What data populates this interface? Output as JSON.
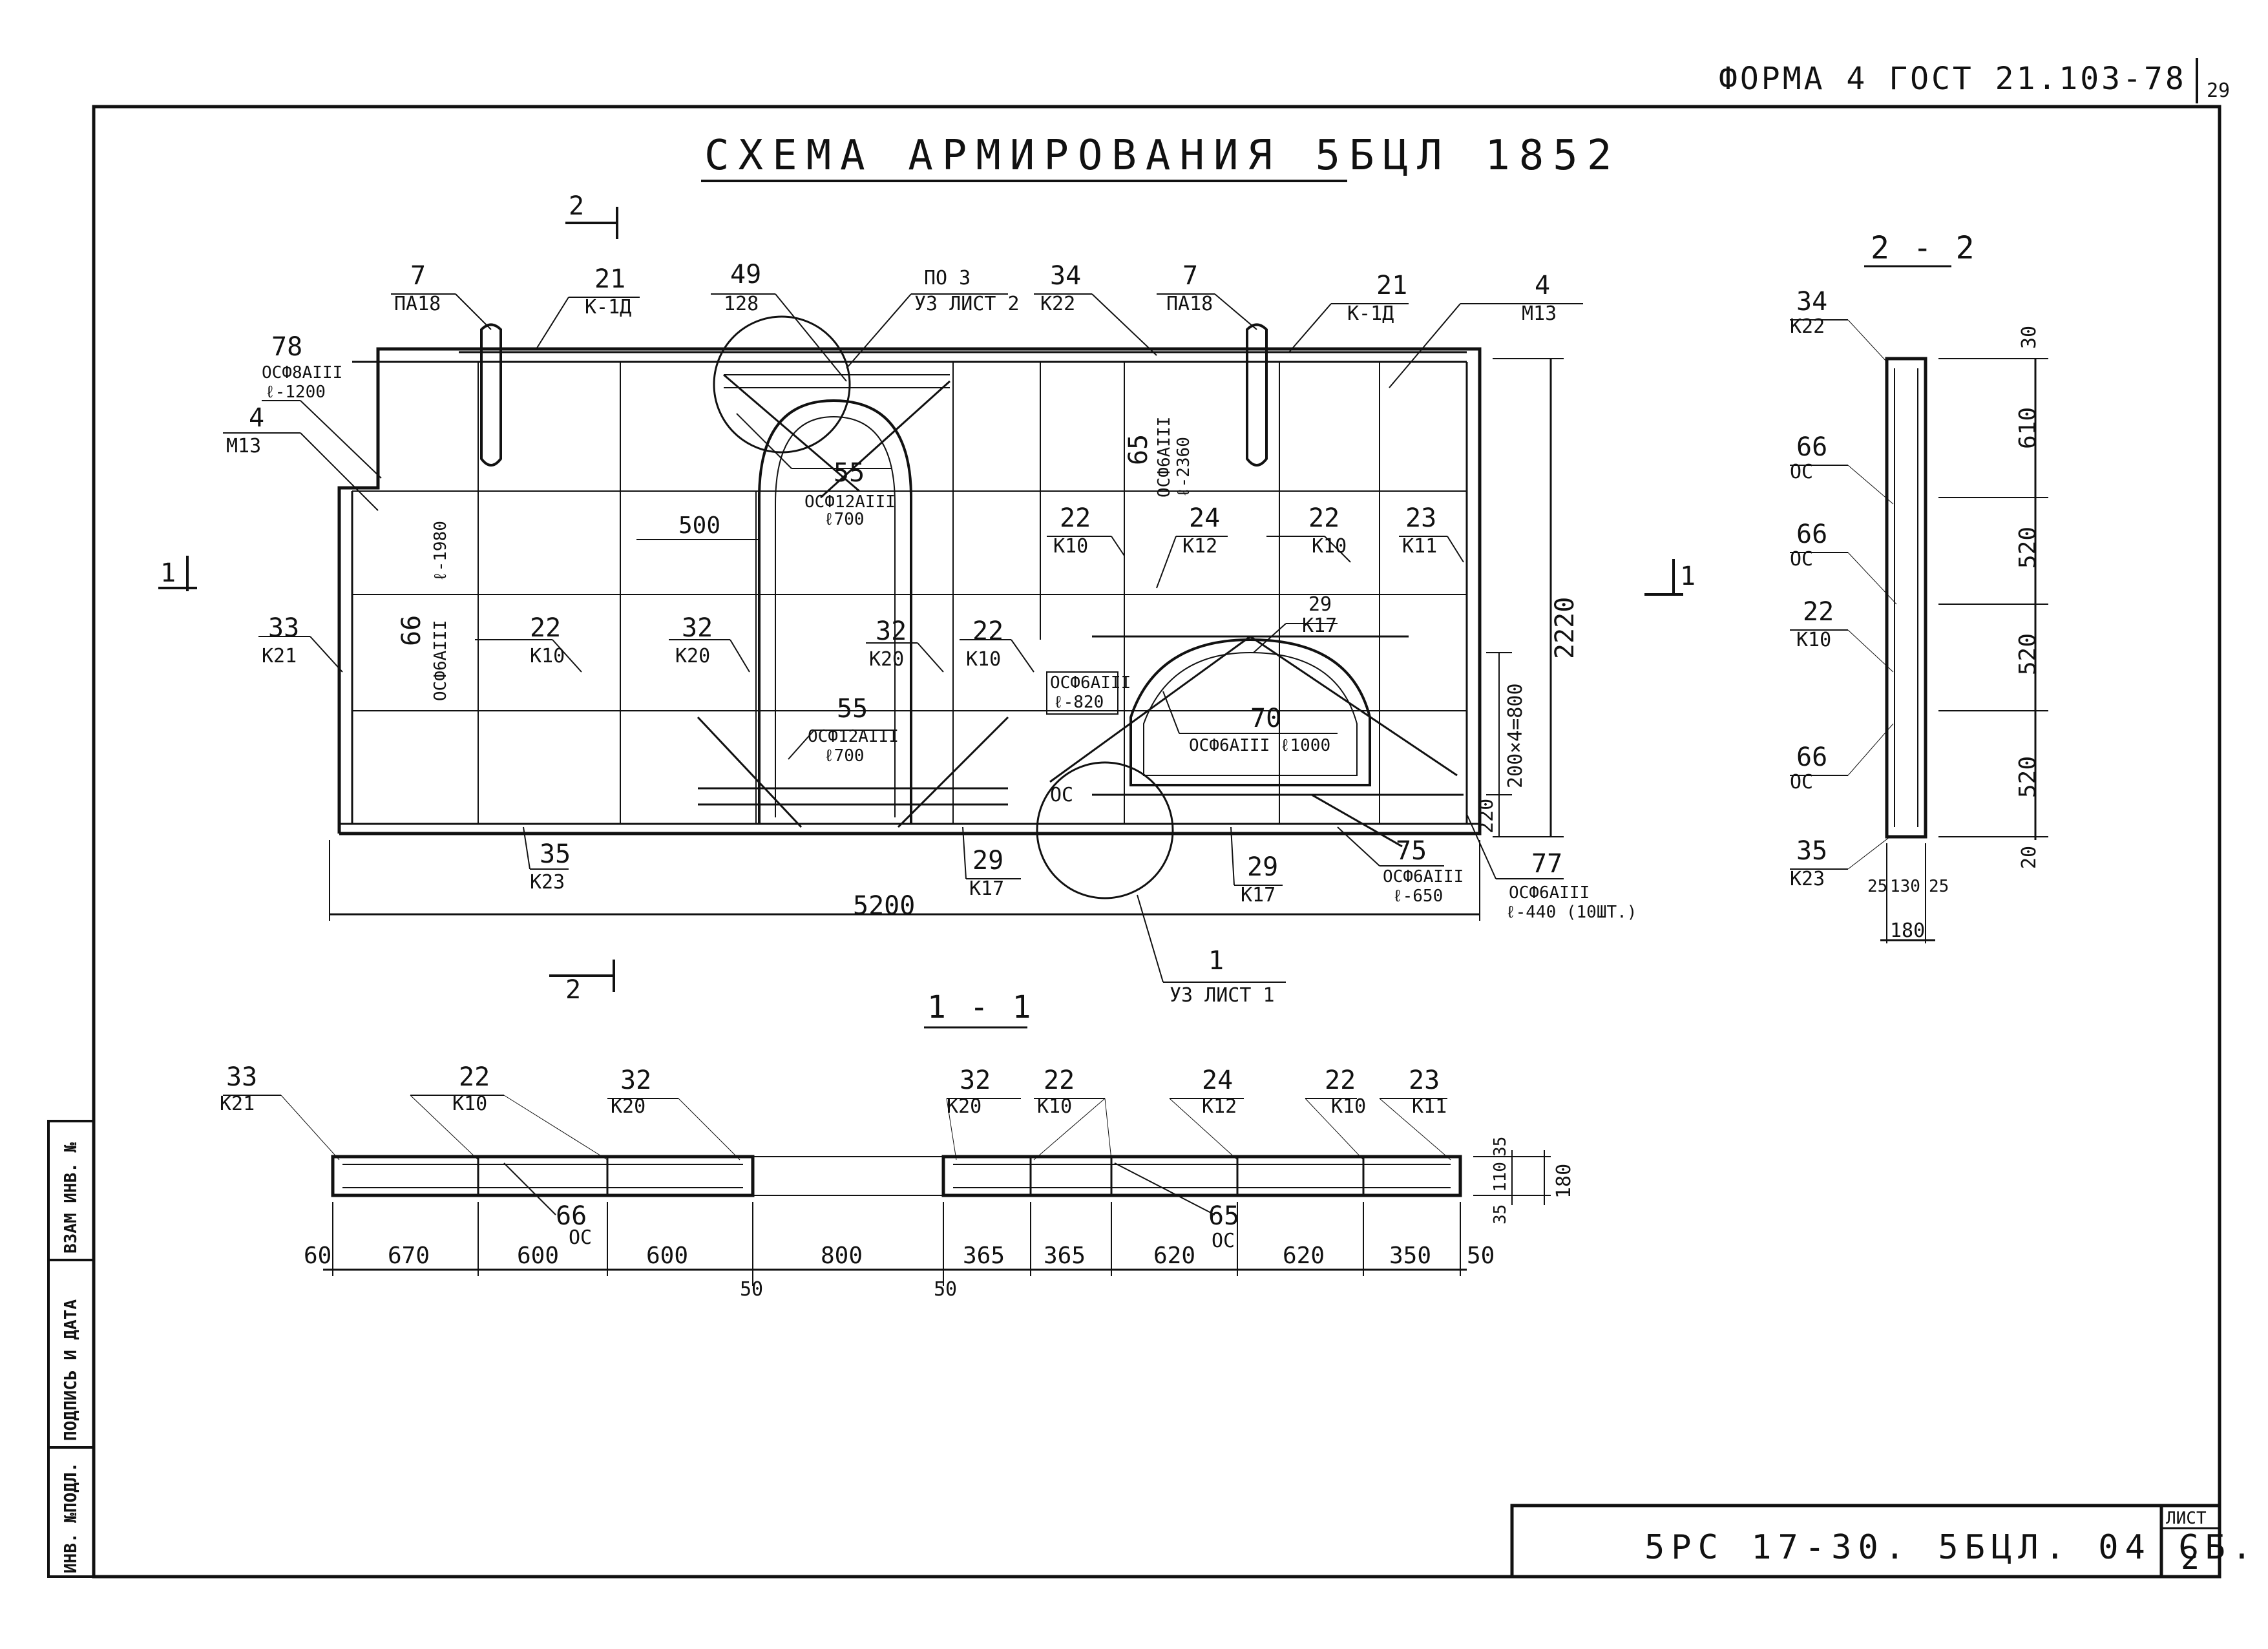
{
  "header": {
    "form": "ФОРМА 4 ГОСТ 21.103-78",
    "page_no": "29"
  },
  "title": "СХЕМА АРМИРОВАНИЯ 5БЦЛ 1852",
  "sections": {
    "s22_top": "2",
    "s22_bottom": "2",
    "s11_left": "1",
    "s11_right": "1",
    "s11_title": "1 - 1",
    "s22_title": "2 - 2"
  },
  "callouts": {
    "c7a": [
      "7",
      "ПА18"
    ],
    "c21a": [
      "21",
      "К-1Д"
    ],
    "c49": [
      "49",
      "128"
    ],
    "cpo3": [
      "ПО 3",
      "УЗ ЛИСТ 2"
    ],
    "c34": [
      "34",
      "К22"
    ],
    "c7b": [
      "7",
      "ПА18"
    ],
    "c21b": [
      "21",
      "К-1Д"
    ],
    "c4a": [
      "4",
      "М13"
    ],
    "c78": [
      "78",
      "ОСФ8АIII",
      "ℓ-1200"
    ],
    "c4b": [
      "4",
      "М13"
    ],
    "c65": [
      "65",
      "ОСФ6АIII",
      "ℓ-2360"
    ],
    "c55a": [
      "55",
      "ОСФ12АIII",
      "ℓ700"
    ],
    "c500": "500",
    "c22a": [
      "22",
      "К10"
    ],
    "c24a": [
      "24",
      "К12"
    ],
    "c22b": [
      "22",
      "К10"
    ],
    "c23a": [
      "23",
      "К11"
    ],
    "c29a": [
      "29",
      "К17"
    ],
    "c33a": [
      "33",
      "К21"
    ],
    "c66a": [
      "66",
      "ОСФ6АIII",
      "ℓ-1980"
    ],
    "c22c": [
      "22",
      "К10"
    ],
    "c32a": [
      "32",
      "К20"
    ],
    "c32b": [
      "32",
      "К20"
    ],
    "c22d": [
      "22",
      "К10"
    ],
    "cos820": [
      "ОСФ6АIII",
      "ℓ-820"
    ],
    "c55b": [
      "55",
      "ОСФ12АIII",
      "ℓ700"
    ],
    "c70": [
      "70",
      "ОСФ6АIII ℓ1000"
    ],
    "cOC": "ОС",
    "c35a": [
      "35",
      "К23"
    ],
    "c29b": [
      "29",
      "К17"
    ],
    "c29c": [
      "29",
      "К17"
    ],
    "c75": [
      "75",
      "ОСФ6АIII",
      "ℓ-650"
    ],
    "c77": [
      "77",
      "ОСФ6АIII",
      "ℓ-440 (10ШТ.)"
    ],
    "c1": [
      "1",
      "УЗ ЛИСТ 1"
    ]
  },
  "dims_main": {
    "length": "5200",
    "height": "2220",
    "spacing": "200×4=800",
    "bottom": "220"
  },
  "section_22": {
    "labels": [
      [
        "34",
        "К22"
      ],
      [
        "66",
        "ОС"
      ],
      [
        "66",
        "ОС"
      ],
      [
        "22",
        "К10"
      ],
      [
        "66",
        "ОС"
      ],
      [
        "35",
        "К23"
      ]
    ],
    "vdims": [
      "30",
      "610",
      "520",
      "520",
      "520",
      "20"
    ],
    "hdims": [
      "25",
      "130",
      "25"
    ],
    "width": "180"
  },
  "section_11": {
    "labels": [
      [
        "33",
        "К21"
      ],
      [
        "22",
        "К10"
      ],
      [
        "32",
        "К20"
      ],
      [
        "32",
        "К20"
      ],
      [
        "22",
        "К10"
      ],
      [
        "24",
        "К12"
      ],
      [
        "22",
        "К10"
      ],
      [
        "23",
        "К11"
      ]
    ],
    "inner_labels": [
      [
        "66",
        "ОС"
      ],
      [
        "65",
        "ОС"
      ]
    ],
    "dims": [
      "60",
      "670",
      "600",
      "600",
      "800",
      "365",
      "365",
      "620",
      "620",
      "350",
      "50"
    ],
    "dims_low": [
      "50",
      "50"
    ],
    "vdims": [
      "35",
      "110",
      "35",
      "180"
    ]
  },
  "stamp": {
    "code": "5РС 17-30. 5БЦЛ. 04 СБ.",
    "sheet_label": "ЛИСТ",
    "sheet_no": "2"
  },
  "side_strip": [
    "ИНВ. №ПОДЛ.",
    "ПОДПИСЬ И ДАТА",
    "ВЗАМ ИНВ. №"
  ]
}
